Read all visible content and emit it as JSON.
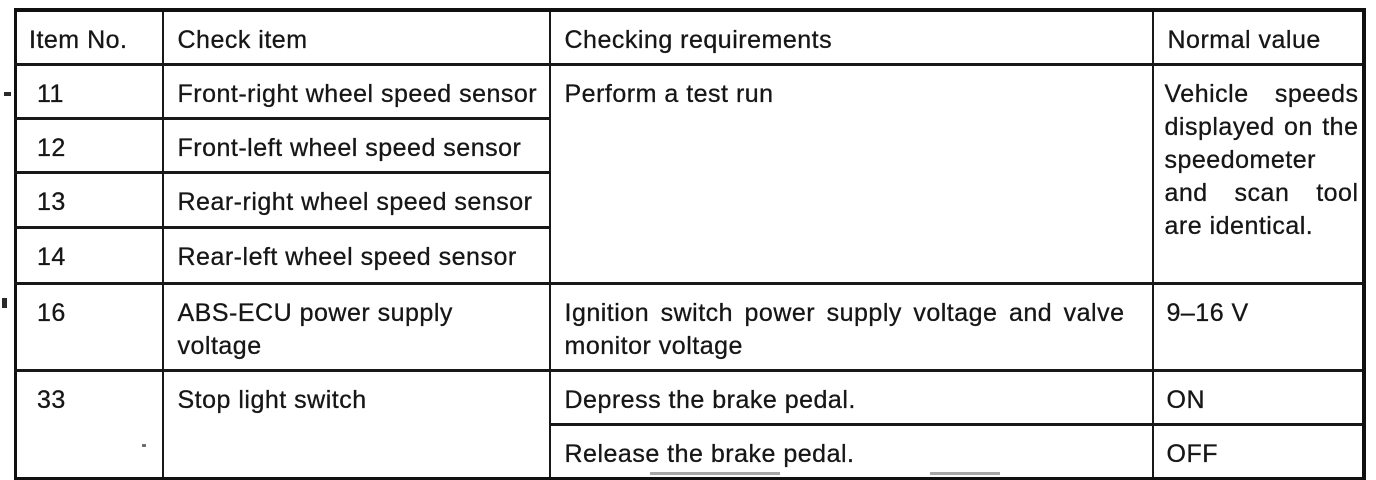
{
  "table": {
    "header": {
      "item_no": "Item No.",
      "check_item": "Check item",
      "checking_requirements": "Checking requirements",
      "normal_value": "Normal value"
    },
    "groups": [
      {
        "items": [
          {
            "no": "11",
            "check_item": "Front-right wheel speed sensor"
          },
          {
            "no": "12",
            "check_item": "Front-left wheel speed sensor"
          },
          {
            "no": "13",
            "check_item": "Rear-right wheel speed sensor"
          },
          {
            "no": "14",
            "check_item": "Rear-left wheel speed sensor"
          }
        ],
        "checking_requirements": "Perform a test run",
        "normal_value": "Vehicle speeds displayed on the speedometer and scan tool are identical."
      },
      {
        "no": "16",
        "check_item": "ABS-ECU power supply voltage",
        "checking_requirements": "Ignition switch power supply voltage and valve monitor voltage",
        "normal_value": "9–16 V"
      },
      {
        "no": "33",
        "check_item": "Stop light switch",
        "conditions": [
          {
            "checking_requirements": "Depress the brake pedal.",
            "normal_value": "ON"
          },
          {
            "checking_requirements": "Release the brake pedal.",
            "normal_value": "OFF"
          }
        ]
      }
    ]
  },
  "colors": {
    "ink": "#161616",
    "paper": "#ffffff"
  }
}
